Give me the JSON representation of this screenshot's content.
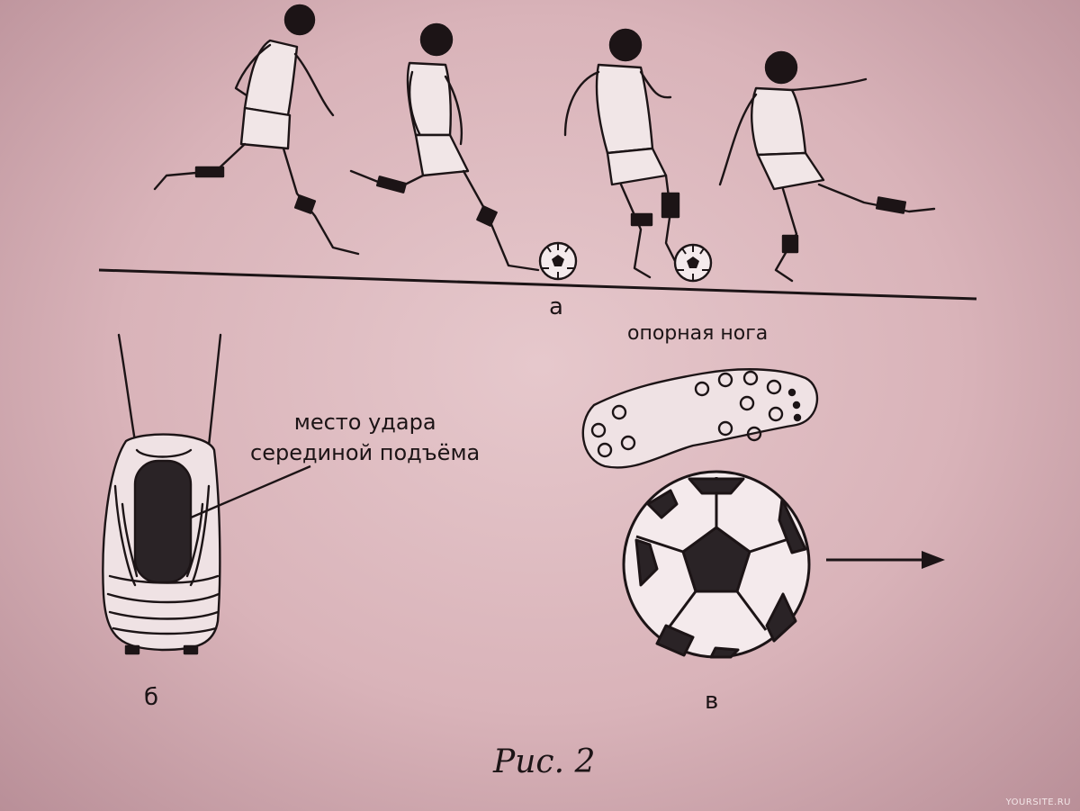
{
  "panels": {
    "a": {
      "letter": "а"
    },
    "b": {
      "letter": "б",
      "impact_label_line1": "место удара",
      "impact_label_line2": "серединой подъёма"
    },
    "v": {
      "letter": "в",
      "support_leg_label": "опорная нога"
    }
  },
  "figure_caption": "Рис.  2",
  "watermark": "YOURSITE.RU",
  "colors": {
    "ink": "#1c1416",
    "paper": "#dcb7bd",
    "boot_fill": "#2a2326"
  },
  "icons": [
    "kicker-figure",
    "soccer-ball",
    "boot-icon",
    "boot-sole-icon",
    "arrow-right-icon"
  ]
}
